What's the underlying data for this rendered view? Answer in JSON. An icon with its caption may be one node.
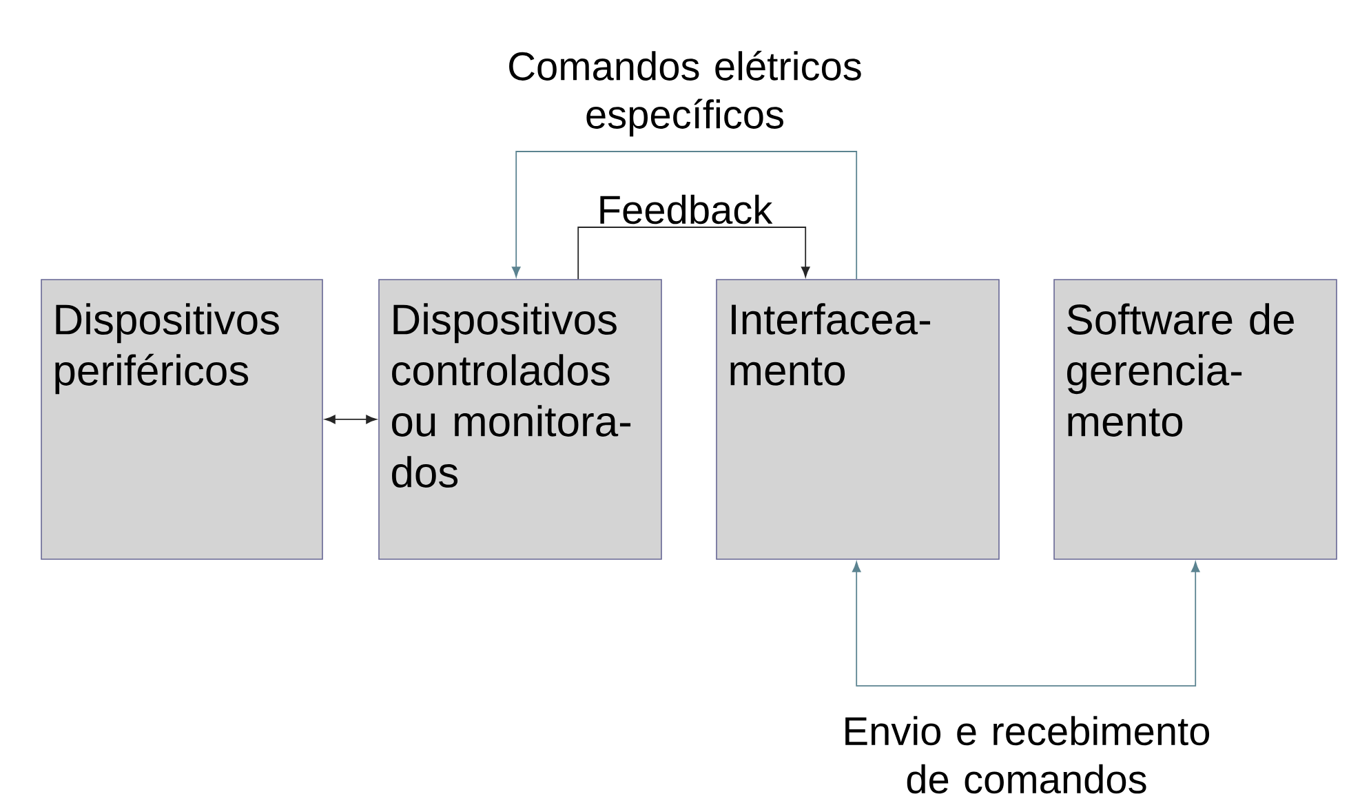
{
  "diagram": {
    "nodes": [
      {
        "text": [
          "Dispositivos periféricos"
        ]
      },
      {
        "text": [
          "Dispositivos controlados ou monitora- dos"
        ]
      },
      {
        "text": [
          "Interfacea- mento"
        ]
      },
      {
        "text": [
          "Software de gerencia- mento"
        ]
      }
    ],
    "edges": [
      {
        "from": 0,
        "to": 1,
        "arrow": "both"
      },
      {
        "from": 1,
        "to": 2,
        "arrow": "to",
        "label": "Feedback"
      },
      {
        "from": 2,
        "to": 1,
        "arrow": "to",
        "label": "Comandos elétricos específicos",
        "color": "#5b8390"
      },
      {
        "from": 2,
        "to": 3,
        "arrow": "both",
        "label": "Envio e recebimento de comandos",
        "color": "#5b8390"
      }
    ]
  }
}
